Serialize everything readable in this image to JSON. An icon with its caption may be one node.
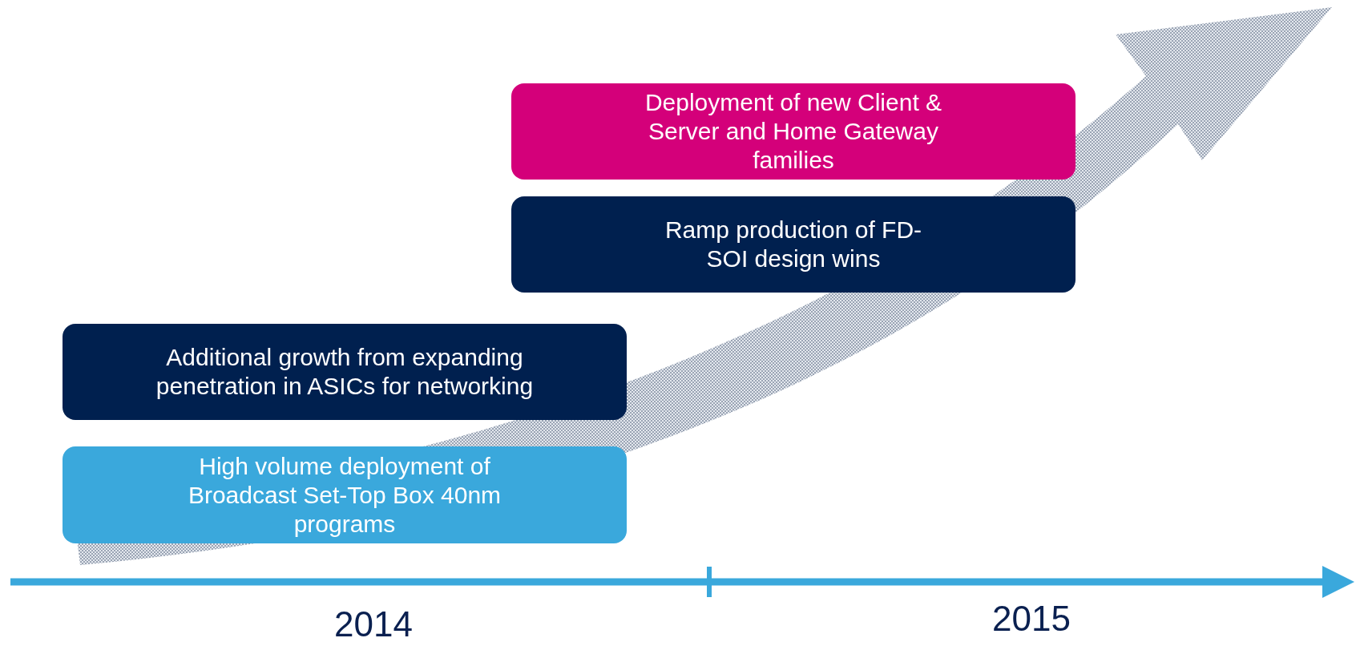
{
  "diagram": {
    "nodes": [
      {
        "text": [
          "Deployment of new Client & Server and Home Gateway families"
        ]
      },
      {
        "text": [
          "Ramp production of FD-SOI design wins"
        ]
      },
      {
        "text": [
          "Additional growth from expanding penetration in ASICs for networking"
        ]
      },
      {
        "text": [
          "High volume deployment of Broadcast Set-Top Box 40nm programs"
        ]
      }
    ],
    "labels": [
      "2014",
      "2015"
    ]
  }
}
